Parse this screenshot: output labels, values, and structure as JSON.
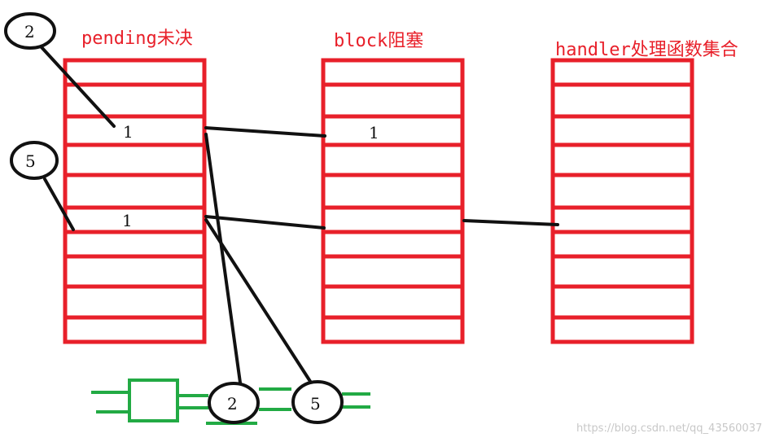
{
  "columns": [
    {
      "title": "pending未决",
      "rows": 10,
      "values": {
        "2": "1",
        "5": "1"
      }
    },
    {
      "title": "block阻塞",
      "rows": 10,
      "values": {
        "2": "1"
      }
    },
    {
      "title": "handler处理函数集合",
      "rows": 10,
      "values": {}
    }
  ],
  "signal_circles": {
    "pending_left_top": "2",
    "pending_left_mid": "5",
    "bottom_first": "2",
    "bottom_second": "5"
  },
  "watermark": "https://blog.csdn.net/qq_43560037",
  "colors": {
    "table_border": "#e8202a",
    "title_text": "#e8202a",
    "lines": "#111111",
    "green": "#22aa44"
  }
}
